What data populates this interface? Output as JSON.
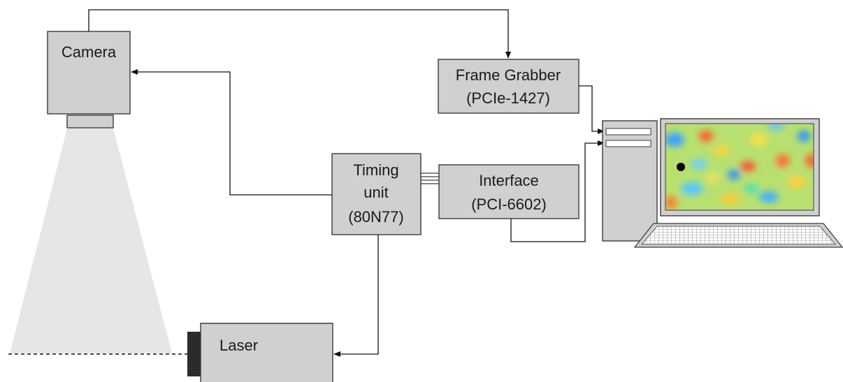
{
  "diagram": {
    "camera": {
      "label": "Camera"
    },
    "frame_grabber": {
      "line1": "Frame Grabber",
      "line2": "(PCIe-1427)"
    },
    "timing_unit": {
      "line1": "Timing",
      "line2": "unit",
      "line3": "(80N77)"
    },
    "interface": {
      "line1": "Interface",
      "line2": "(PCI-6602)"
    },
    "laser": {
      "label": "Laser"
    }
  },
  "colors": {
    "box_fill": "#d0d0d0",
    "box_stroke": "#3a3a3a",
    "light_cone": "#e6e6e6",
    "connector": "#111111",
    "laser_aperture": "#2b2b2b",
    "screen_background": "#b8e070"
  },
  "screen_marker": "black-dot"
}
